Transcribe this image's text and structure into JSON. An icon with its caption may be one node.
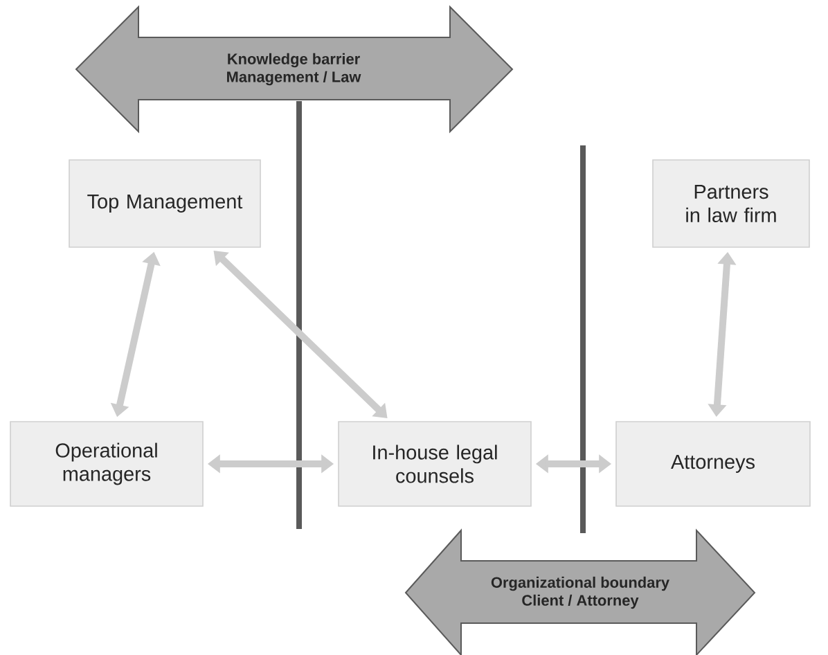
{
  "diagram": {
    "nodes": [
      {
        "text": [
          "Knowledge barrier",
          "Management / Law"
        ]
      },
      {
        "text": [
          "Top Management"
        ]
      },
      {
        "text": [
          "Partners in law firm"
        ]
      },
      {
        "text": [
          "Operational managers"
        ]
      },
      {
        "text": [
          "In-house legal counsels"
        ]
      },
      {
        "text": [
          "Attorneys"
        ]
      },
      {
        "text": [
          "Organizational boundary",
          "Client / Attorney"
        ]
      }
    ],
    "edges": [
      {
        "from": 1,
        "to": 3,
        "arrow": "both"
      },
      {
        "from": 1,
        "to": 4,
        "arrow": "both"
      },
      {
        "from": 2,
        "to": 5,
        "arrow": "both"
      },
      {
        "from": 3,
        "to": 4,
        "arrow": "both"
      },
      {
        "from": 4,
        "to": 5,
        "arrow": "both"
      }
    ]
  }
}
